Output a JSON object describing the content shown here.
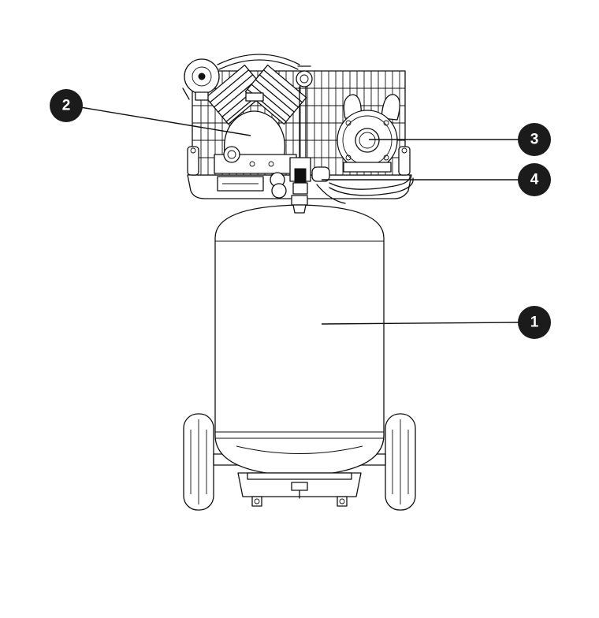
{
  "callouts": [
    {
      "id": "1",
      "label": "1"
    },
    {
      "id": "2",
      "label": "2"
    },
    {
      "id": "3",
      "label": "3"
    },
    {
      "id": "4",
      "label": "4"
    }
  ],
  "colors": {
    "ink": "#111111",
    "callout_fill": "#1b1b1b",
    "callout_text": "#ffffff",
    "background": "#ffffff"
  }
}
